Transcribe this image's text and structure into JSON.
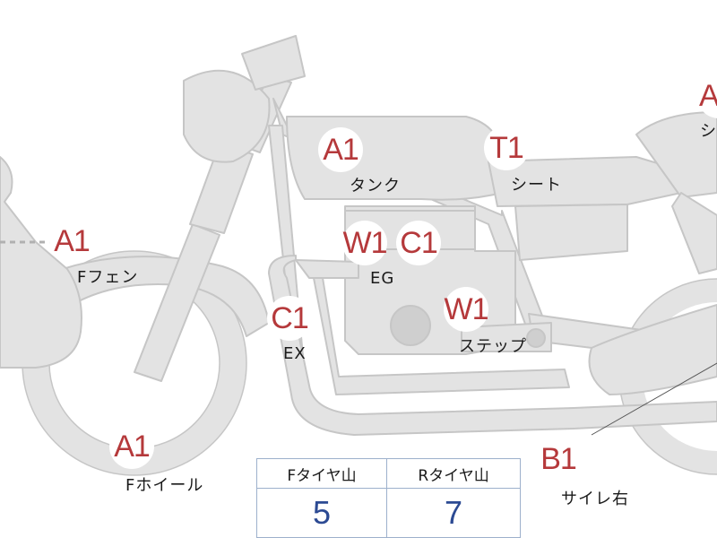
{
  "annotations": [
    {
      "grade": "A1",
      "label": "Fフェン"
    },
    {
      "grade": "A1",
      "label": "タンク"
    },
    {
      "grade": "T1",
      "label": "シート"
    },
    {
      "grade": "W1",
      "label": ""
    },
    {
      "grade": "C1",
      "label": "EG"
    },
    {
      "grade": "C1",
      "label": "EX"
    },
    {
      "grade": "W1",
      "label": "ステップ"
    },
    {
      "grade": "A1",
      "label": "Fホイール"
    },
    {
      "grade": "B1",
      "label": "サイレ右"
    },
    {
      "grade": "A",
      "label": "シ"
    }
  ],
  "tire_table": {
    "headers": [
      "Fタイヤ山",
      "Rタイヤ山"
    ],
    "values": [
      "5",
      "7"
    ]
  },
  "colors": {
    "part_fill": "#e3e3e3",
    "part_stroke": "#c6c6c6",
    "grade_text": "#b5393b",
    "table_border": "#9db0cc",
    "table_value": "#2c4a93"
  }
}
